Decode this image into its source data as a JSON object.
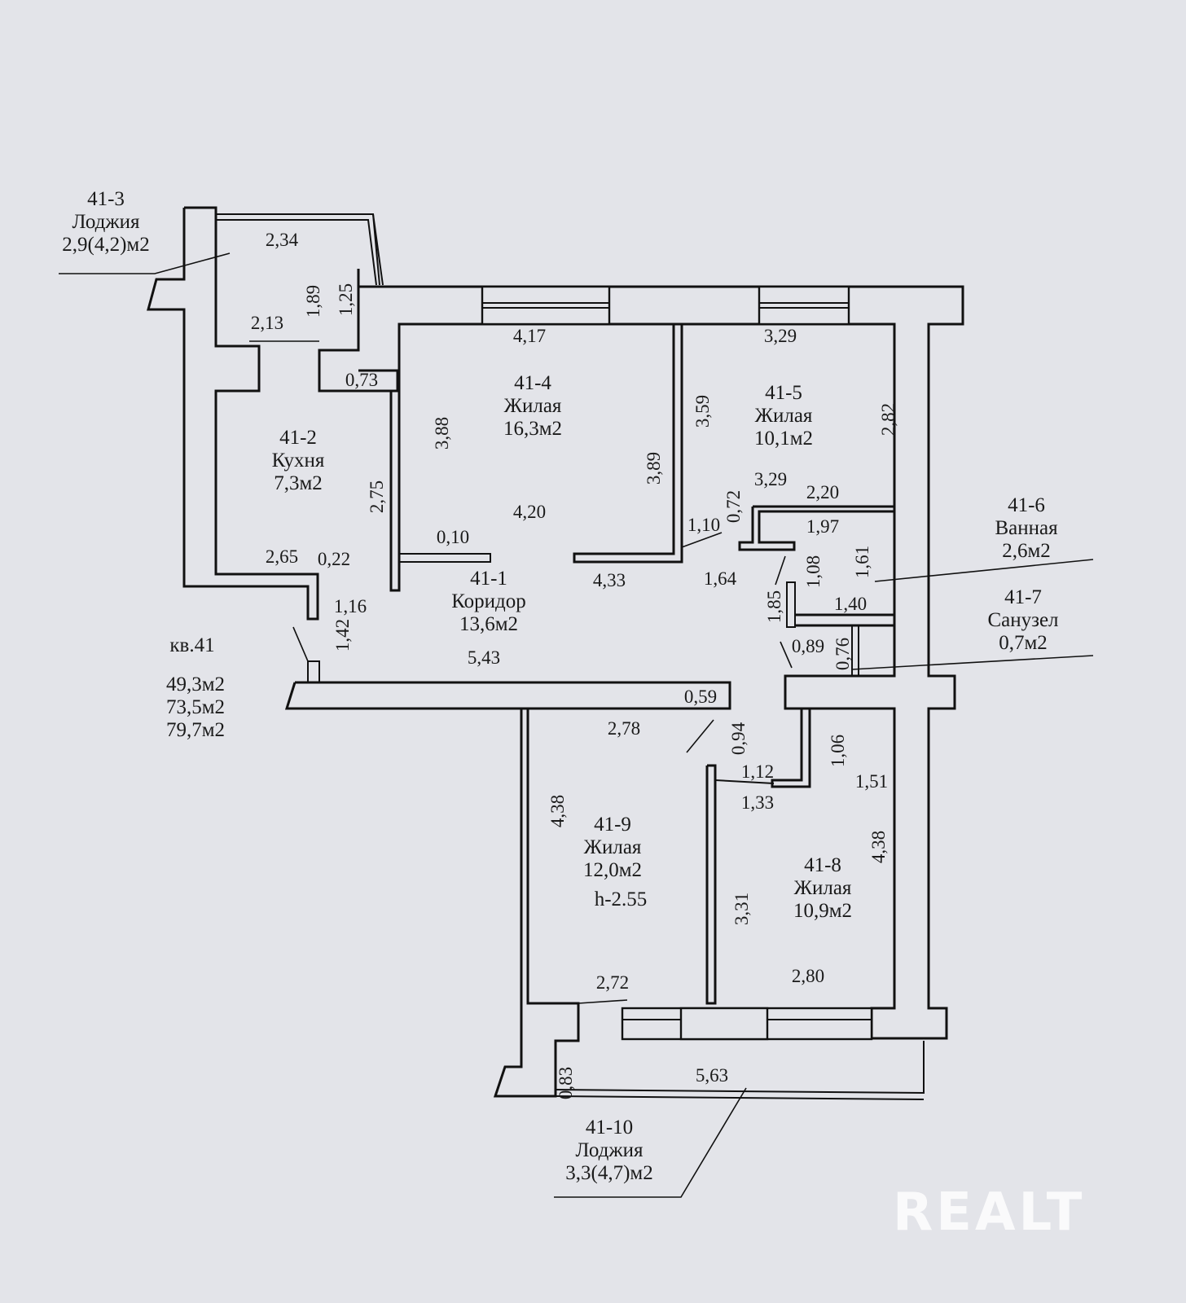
{
  "apartment": {
    "number_label": "кв.41",
    "areas": [
      "49,3м2",
      "73,5м2",
      "79,7м2"
    ]
  },
  "rooms": [
    {
      "id": "41-1",
      "name": "Коридор",
      "area": "13,6м2"
    },
    {
      "id": "41-2",
      "name": "Кухня",
      "area": "7,3м2"
    },
    {
      "id": "41-3",
      "name": "Лоджия",
      "area": "2,9(4,2)м2"
    },
    {
      "id": "41-4",
      "name": "Жилая",
      "area": "16,3м2"
    },
    {
      "id": "41-5",
      "name": "Жилая",
      "area": "10,1м2"
    },
    {
      "id": "41-6",
      "name": "Ванная",
      "area": "2,6м2"
    },
    {
      "id": "41-7",
      "name": "Санузел",
      "area": "0,7м2"
    },
    {
      "id": "41-8",
      "name": "Жилая",
      "area": "10,9м2"
    },
    {
      "id": "41-9",
      "name": "Жилая",
      "area": "12,0м2",
      "height": "h-2.55"
    },
    {
      "id": "41-10",
      "name": "Лоджия",
      "area": "3,3(4,7)м2"
    }
  ],
  "dimensions": [
    "2,34",
    "1,89",
    "1,25",
    "2,13",
    "0,73",
    "4,17",
    "3,29",
    "3,88",
    "3,59",
    "2,82",
    "2,75",
    "3,89",
    "4,20",
    "3,29",
    "2,20",
    "0,72",
    "1,10",
    "1,97",
    "0,10",
    "2,65",
    "0,22",
    "4,33",
    "1,64",
    "1,08",
    "1,61",
    "1,16",
    "1,85",
    "1,40",
    "1,42",
    "5,43",
    "0,89",
    "0,76",
    "0,59",
    "2,78",
    "0,94",
    "1,06",
    "1,12",
    "1,51",
    "1,33",
    "4,38",
    "4,38",
    "3,31",
    "2,72",
    "2,80",
    "0,83",
    "5,63"
  ],
  "watermark": "REALT",
  "colors": {
    "background": "#e3e4e9",
    "ink": "#111111",
    "watermark": "#ffffff"
  }
}
